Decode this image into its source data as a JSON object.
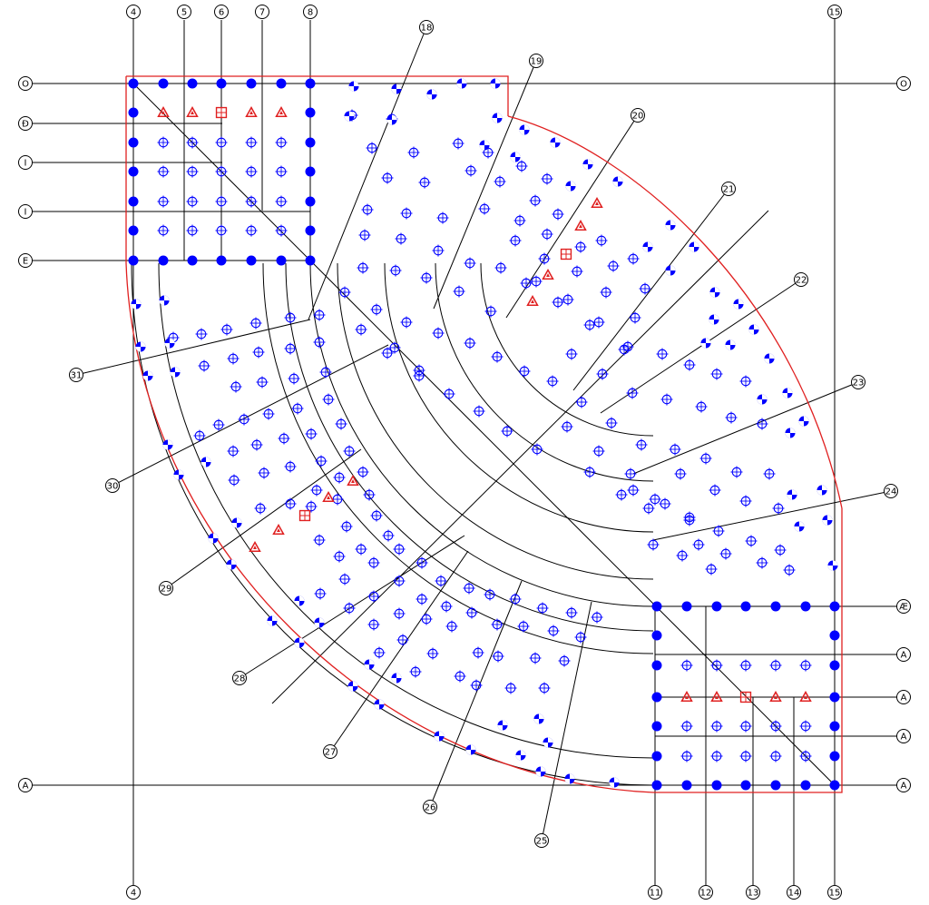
{
  "colors": {
    "background": "#ffffff",
    "line": "#000000",
    "boundary": "#e02020",
    "node": "#0000ff",
    "special": "#e02020"
  },
  "grid": {
    "vertical_top": [
      {
        "id": "v4",
        "label": "4"
      },
      {
        "id": "v5",
        "label": "5"
      },
      {
        "id": "v6",
        "label": "6"
      },
      {
        "id": "v7",
        "label": "7"
      },
      {
        "id": "v8",
        "label": "8"
      },
      {
        "id": "v15",
        "label": "15"
      }
    ],
    "vertical_bottom": [
      {
        "id": "v4b",
        "label": "4"
      },
      {
        "id": "v11",
        "label": "11"
      },
      {
        "id": "v12",
        "label": "12"
      },
      {
        "id": "v13",
        "label": "13"
      },
      {
        "id": "v14",
        "label": "14"
      },
      {
        "id": "v15b",
        "label": "15"
      }
    ],
    "horizontal_left": [
      {
        "id": "hO",
        "label": "O"
      },
      {
        "id": "hD",
        "label": "Ð"
      },
      {
        "id": "hI1",
        "label": "I"
      },
      {
        "id": "hI2",
        "label": "I"
      },
      {
        "id": "hE",
        "label": "E"
      },
      {
        "id": "hA",
        "label": "A"
      }
    ],
    "horizontal_right": [
      {
        "id": "hOr",
        "label": "O"
      },
      {
        "id": "hAE",
        "label": "Æ"
      },
      {
        "id": "hA1",
        "label": "A"
      },
      {
        "id": "hA2",
        "label": "A"
      },
      {
        "id": "hA3",
        "label": "A"
      },
      {
        "id": "hA4",
        "label": "A"
      }
    ],
    "radial": [
      {
        "id": "r18",
        "label": "18"
      },
      {
        "id": "r19",
        "label": "19"
      },
      {
        "id": "r20",
        "label": "20"
      },
      {
        "id": "r21",
        "label": "21"
      },
      {
        "id": "r22",
        "label": "22"
      },
      {
        "id": "r23",
        "label": "23"
      },
      {
        "id": "r24",
        "label": "24"
      },
      {
        "id": "r25",
        "label": "25"
      },
      {
        "id": "r26",
        "label": "26"
      },
      {
        "id": "r27",
        "label": "27"
      },
      {
        "id": "r28",
        "label": "28"
      },
      {
        "id": "r29",
        "label": "29"
      },
      {
        "id": "r30",
        "label": "30"
      },
      {
        "id": "r31",
        "label": "31"
      }
    ]
  },
  "legend_symbols": [
    "filled-circle-node",
    "crosshair-circle-node",
    "half-filled-circle-node",
    "warning-triangle-marker",
    "boxed-cross-marker"
  ]
}
